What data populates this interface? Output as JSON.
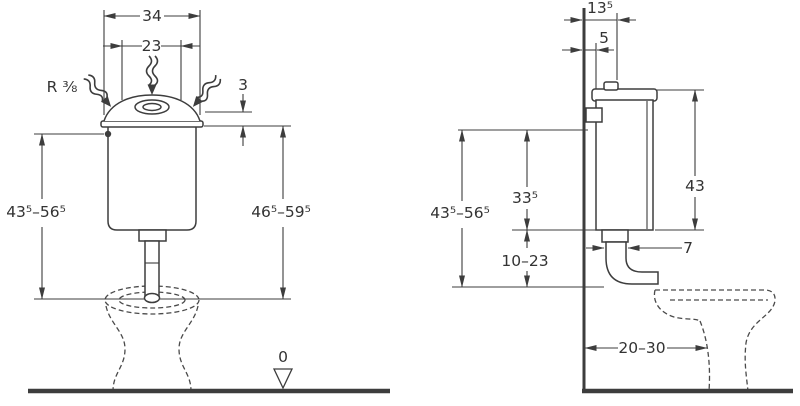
{
  "colors": {
    "line": "#3d3d3d",
    "text": "#333333",
    "background": "#ffffff"
  },
  "front_view": {
    "dim_width": "34",
    "dim_inner_width": "23",
    "dim_lid_height": "3",
    "supply_thread_label": "R ⅜",
    "dim_height_to_inlet": "43⁵–56⁵",
    "dim_height_to_top": "46⁵–59⁵",
    "floor_datum": "0"
  },
  "side_view": {
    "dim_depth": "13⁵",
    "dim_supply_offset": "5",
    "dim_inlet_to_outlet": "33⁵",
    "dim_cistern_height": "43",
    "dim_height_to_inlet": "43⁵–56⁵",
    "dim_flush_bend_range": "10–23",
    "dim_pipe_offset": "7",
    "dim_wall_to_bowl": "20–30"
  }
}
